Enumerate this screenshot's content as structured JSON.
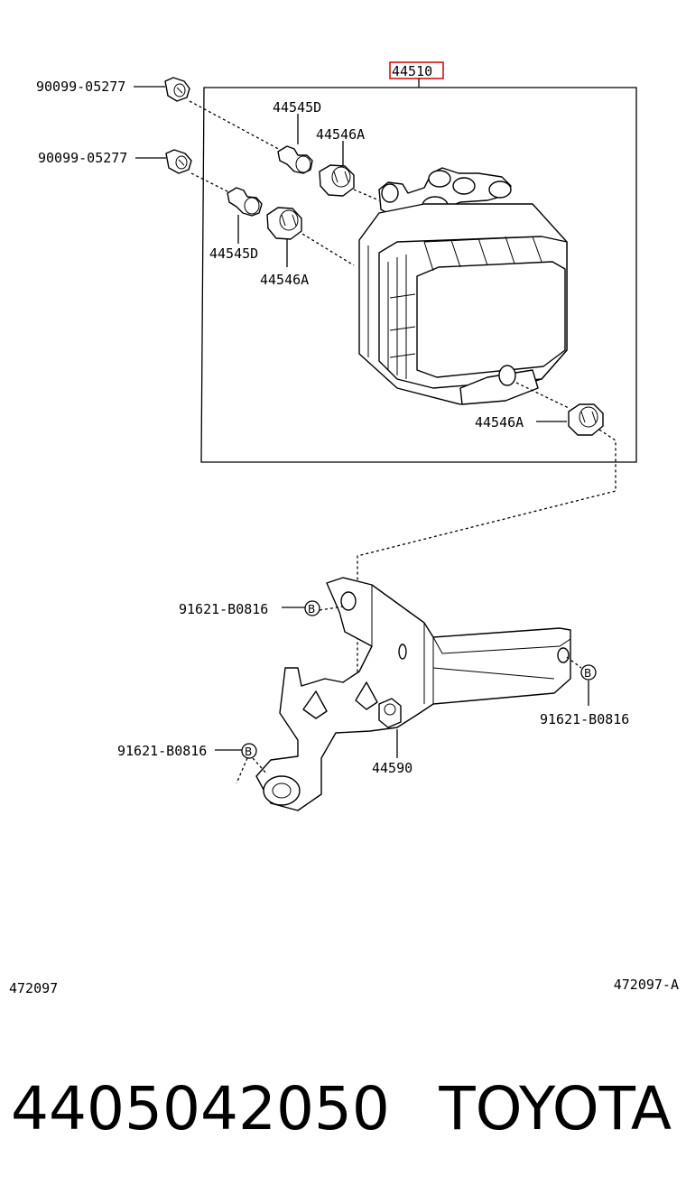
{
  "callouts": {
    "main_assembly": "44510",
    "screw_top": "90099-05277",
    "screw_mid": "90099-05277",
    "stud_top": "44545D",
    "cushion_top": "44546A",
    "stud_mid": "44545D",
    "cushion_mid": "44546A",
    "cushion_right": "44546A",
    "bolt_bracket_top": "91621-B0816",
    "bolt_bracket_right": "91621-B0816",
    "bolt_bracket_left": "91621-B0816",
    "bracket": "44590",
    "bolt_marker": "B"
  },
  "figure_codes": {
    "left": "472097",
    "right": "472097-A"
  },
  "footer": {
    "part_number": "4405042050",
    "brand": "TOYOTA"
  },
  "colors": {
    "highlight_box": "#d40000",
    "ink": "#000000"
  }
}
